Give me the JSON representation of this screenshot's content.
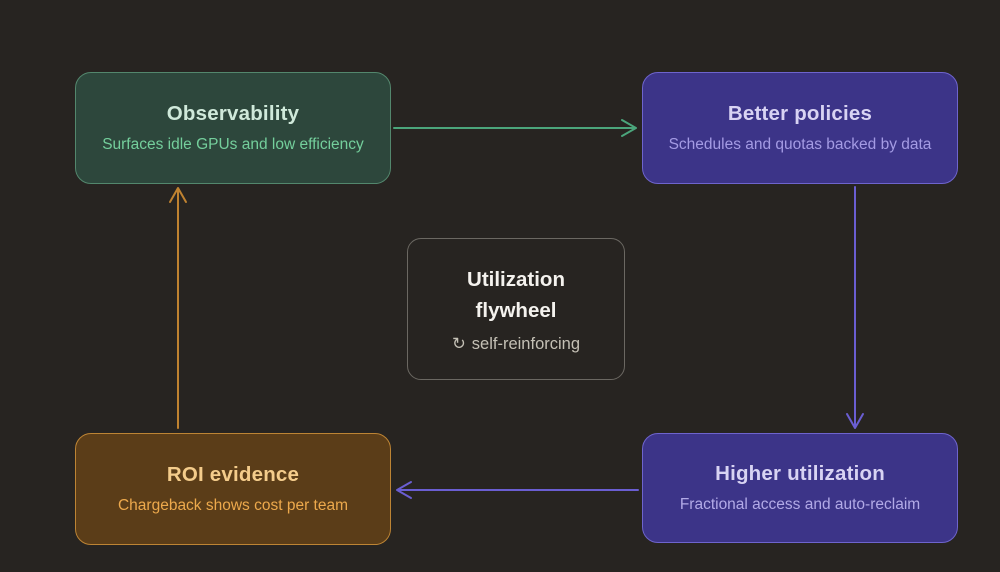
{
  "background_color": "#272421",
  "center_card": {
    "title_line1": "Utilization",
    "title_line2": "flywheel",
    "icon_glyph": "↻",
    "subtitle": "self-reinforcing",
    "border_color": "#6b6862",
    "title_color": "#f4f2ee",
    "subtitle_color": "#c4c0b5"
  },
  "nodes": [
    {
      "id": "observability",
      "title": "Observability",
      "subtitle": "Surfaces idle GPUs and low efficiency",
      "fill": "#2d473c",
      "border": "#53876d",
      "title_color": "#cfe9da",
      "subtitle_color": "#74cf9c"
    },
    {
      "id": "better-policies",
      "title": "Better policies",
      "subtitle": "Schedules and quotas backed by data",
      "fill": "#3c3488",
      "border": "#6e64cd",
      "title_color": "#d8d3f3",
      "subtitle_color": "#a49be4"
    },
    {
      "id": "higher-utilization",
      "title": "Higher utilization",
      "subtitle": "Fractional access and auto-reclaim",
      "fill": "#3c3488",
      "border": "#6e64cd",
      "title_color": "#d8d3f3",
      "subtitle_color": "#b2aae7"
    },
    {
      "id": "roi-evidence",
      "title": "ROI evidence",
      "subtitle": "Chargeback shows cost per team",
      "fill": "#5b3d18",
      "border": "#bd8434",
      "title_color": "#f4cc8b",
      "subtitle_color": "#eda94c"
    }
  ],
  "arrows": [
    {
      "id": "observability-to-better-policies",
      "color": "#4ba57b"
    },
    {
      "id": "better-policies-to-higher-utilization",
      "color": "#6a5ed2"
    },
    {
      "id": "higher-utilization-to-roi-evidence",
      "color": "#6a5ed2"
    },
    {
      "id": "roi-evidence-to-observability",
      "color": "#bf8230"
    }
  ]
}
